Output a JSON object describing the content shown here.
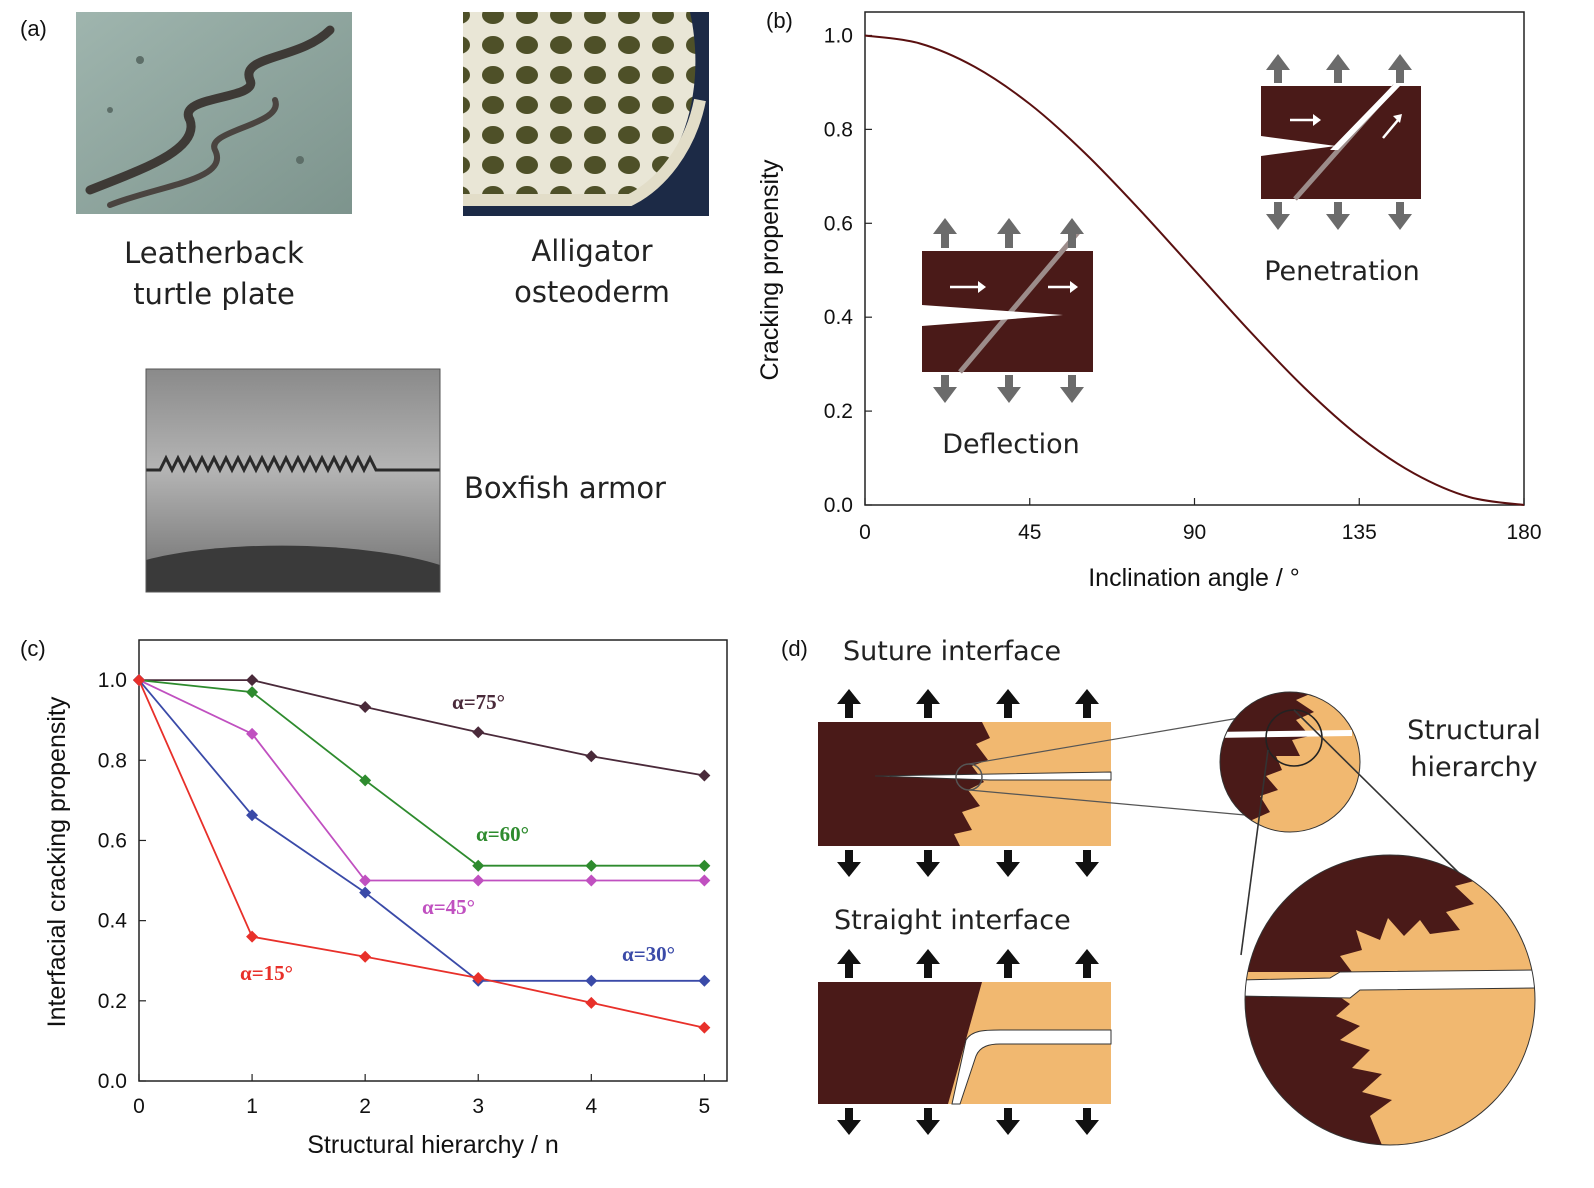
{
  "panels": {
    "a": {
      "label": "(a)",
      "photos": [
        {
          "caption_lines": [
            "Leatherback",
            "turtle plate"
          ]
        },
        {
          "caption_lines": [
            "Alligator",
            "osteoderm"
          ]
        },
        {
          "caption_lines": [
            "Boxfish armor"
          ]
        }
      ]
    },
    "b": {
      "label": "(b)",
      "insets": {
        "deflection": "Deflection",
        "penetration": "Penetration"
      }
    },
    "c": {
      "label": "(c)"
    },
    "d": {
      "label": "(d)",
      "suture_title": "Suture interface",
      "straight_title": "Straight interface",
      "hierarchy_lines": [
        "Structural",
        "hierarchy"
      ]
    }
  },
  "colors": {
    "dark_material": "#4a1a18",
    "light_material": "#f1b870",
    "arrow_gray": "#6b6b6b",
    "curve": "#5a1010"
  },
  "chart_data": [
    {
      "type": "line",
      "panel": "b",
      "xlabel": "Inclination angle / °",
      "ylabel": "Cracking propensity",
      "xlim": [
        0,
        180
      ],
      "ylim": [
        0,
        1.05
      ],
      "xticks": [
        0,
        45,
        90,
        135,
        180
      ],
      "yticks": [
        0.0,
        0.2,
        0.4,
        0.6,
        0.8,
        1.0
      ],
      "series": [
        {
          "x": [
            0,
            15,
            30,
            45,
            60,
            75,
            90,
            105,
            120,
            135,
            150,
            165,
            180
          ],
          "values": [
            1.0,
            0.983,
            0.933,
            0.854,
            0.75,
            0.629,
            0.5,
            0.371,
            0.25,
            0.146,
            0.067,
            0.017,
            0.0
          ]
        }
      ]
    },
    {
      "type": "line",
      "panel": "c",
      "xlabel": "Structural hierarchy / n",
      "ylabel": "Interfacial cracking propensity",
      "xlim": [
        0,
        5.2
      ],
      "ylim": [
        0,
        1.1
      ],
      "xticks": [
        0,
        1,
        2,
        3,
        4,
        5
      ],
      "yticks": [
        0.0,
        0.2,
        0.4,
        0.6,
        0.8,
        1.0
      ],
      "x": [
        0,
        1,
        2,
        3,
        4,
        5
      ],
      "series": [
        {
          "name": "α=75°",
          "color": "#4a2a3a",
          "values": [
            1.0,
            1.0,
            0.933,
            0.87,
            0.81,
            0.762
          ]
        },
        {
          "name": "α=60°",
          "color": "#2e8b2e",
          "values": [
            1.0,
            0.97,
            0.75,
            0.537,
            0.537,
            0.537
          ]
        },
        {
          "name": "α=45°",
          "color": "#c050c0",
          "values": [
            1.0,
            0.866,
            0.5,
            0.5,
            0.5,
            0.5
          ]
        },
        {
          "name": "α=30°",
          "color": "#3a4aa8",
          "values": [
            1.0,
            0.663,
            0.47,
            0.25,
            0.25,
            0.25
          ]
        },
        {
          "name": "α=15°",
          "color": "#e8302a",
          "values": [
            1.0,
            0.36,
            0.31,
            0.257,
            0.195,
            0.133
          ]
        }
      ]
    }
  ]
}
